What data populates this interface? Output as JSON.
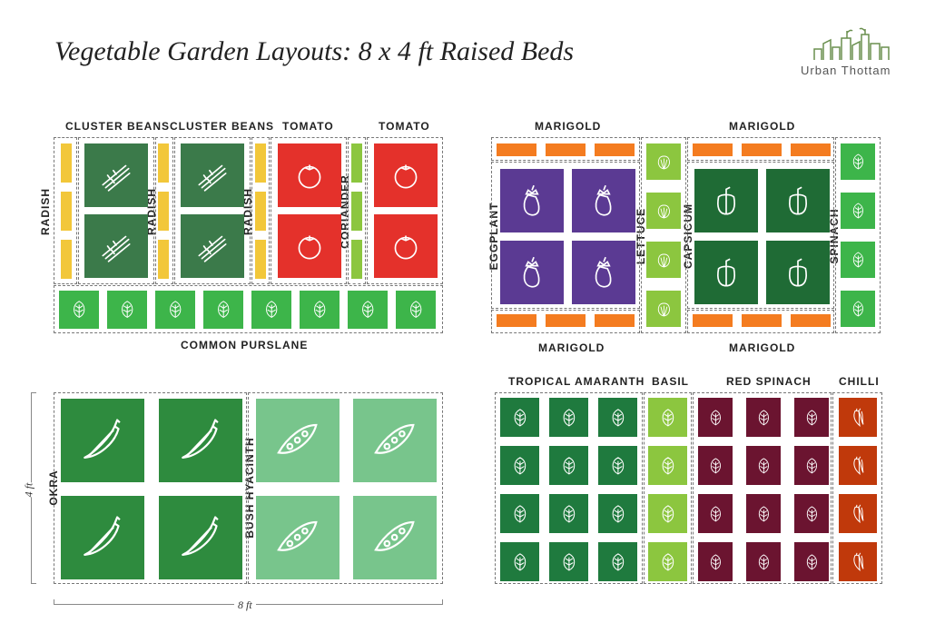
{
  "title": "Vegetable Garden Layouts: 8 x 4 ft Raised Beds",
  "brand": {
    "name": "Urban Thottam",
    "logo": "city-sprout-logo"
  },
  "bed1": {
    "labels": {
      "cluster_beans_1": "CLUSTER BEANS",
      "cluster_beans_2": "CLUSTER BEANS",
      "tomato_1": "TOMATO",
      "tomato_2": "TOMATO",
      "radish_1": "RADISH",
      "radish_2": "RADISH",
      "radish_3": "RADISH",
      "coriander": "CORIANDER",
      "purslane": "COMMON PURSLANE"
    }
  },
  "bed2": {
    "labels": {
      "marigold_top_left": "MARIGOLD",
      "marigold_top_right": "MARIGOLD",
      "marigold_bottom_left": "MARIGOLD",
      "marigold_bottom_right": "MARIGOLD",
      "eggplant": "EGGPLANT",
      "lettuce": "LETTUCE",
      "capsicum": "CAPSICUM",
      "spinach": "SPINACH"
    }
  },
  "bed3": {
    "labels": {
      "okra": "OKRA",
      "bush_hyacinth": "BUSH HYACINTH"
    },
    "dimensions": {
      "height": "4 ft",
      "width": "8 ft"
    }
  },
  "bed4": {
    "labels": {
      "tropical_amaranth": "TROPICAL AMARANTH",
      "basil": "BASIL",
      "red_spinach": "RED SPINACH",
      "chilli": "CHILLI"
    }
  },
  "colors": {
    "dark_green": "#3b7a4a",
    "radish_yellow": "#f2c73a",
    "tomato_red": "#e4312b",
    "coriander_green": "#8cc63f",
    "purslane_green": "#3db54a",
    "marigold_orange": "#f47c20",
    "eggplant_purple": "#5b3a93",
    "lettuce_green": "#8cc63f",
    "capsicum_green": "#1f6b35",
    "spinach_green": "#3db54a",
    "okra_green": "#2e8b3e",
    "hyacinth_green": "#78c58c",
    "amaranth_green": "#1f7a3e",
    "basil_green": "#8cc63f",
    "red_spinach": "#6b1430",
    "chilli_orange": "#c0390b"
  },
  "icons": [
    "beans-icon",
    "tomato-icon",
    "leaf-icon",
    "eggplant-icon",
    "lettuce-icon",
    "capsicum-icon",
    "okra-icon",
    "bean-pod-icon",
    "chilli-icon"
  ]
}
